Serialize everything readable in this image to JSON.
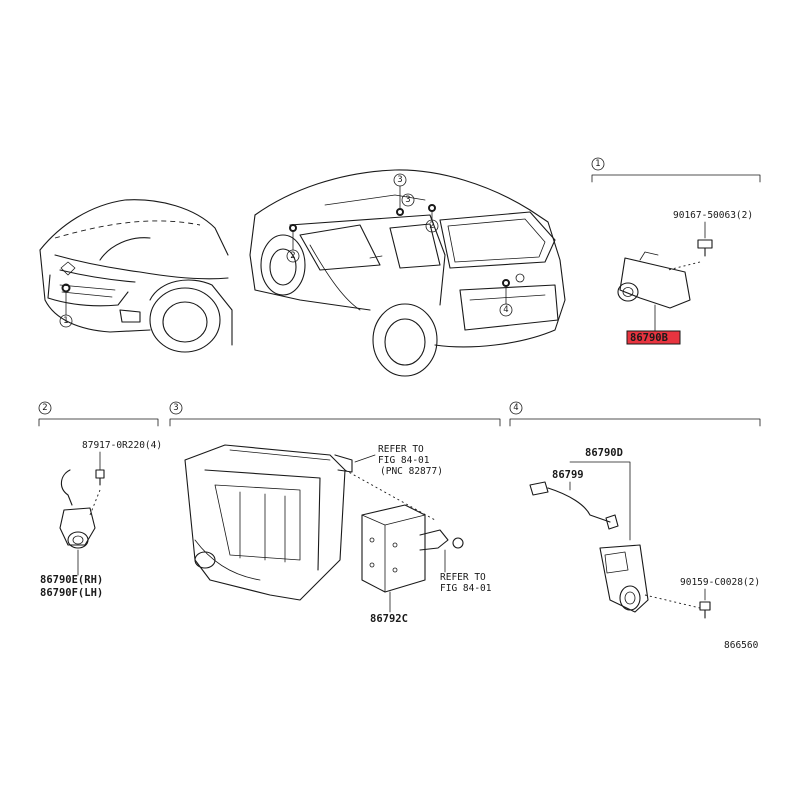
{
  "callouts": {
    "c1": "1",
    "c2": "2",
    "c3": "3",
    "c4": "4"
  },
  "parts": {
    "screw_top": "90167-50063(2)",
    "camera_top": "86790B",
    "screw_side": "87917-0R220(4)",
    "camera_rh": "86790E(RH)",
    "camera_lh": "86790F(LH)",
    "refer1_line1": "REFER TO",
    "refer1_line2": "FIG 84-01",
    "refer1_line3": "(PNC 82877)",
    "refer2_line1": "REFER TO",
    "refer2_line2": "FIG 84-01",
    "module": "86792C",
    "camera_rear": "86790D",
    "cable": "86799",
    "screw_rear": "90159-C0028(2)"
  },
  "figure_id": "866560",
  "colors": {
    "highlight": "#e8343f",
    "ink": "#1a1a1a"
  }
}
